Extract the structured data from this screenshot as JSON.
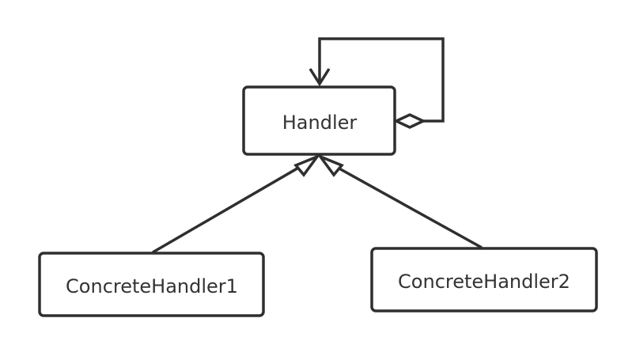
{
  "diagram": {
    "type": "uml-class-diagram",
    "nodes": {
      "handler": {
        "label": "Handler"
      },
      "concrete1": {
        "label": "ConcreteHandler1"
      },
      "concrete2": {
        "label": "ConcreteHandler2"
      }
    },
    "edges": [
      {
        "from": "concrete1",
        "to": "handler",
        "kind": "generalization"
      },
      {
        "from": "concrete2",
        "to": "handler",
        "kind": "generalization"
      },
      {
        "from": "handler",
        "to": "handler",
        "kind": "aggregation-self"
      }
    ],
    "colors": {
      "stroke": "#2f2f2f",
      "text": "#333333",
      "background": "#ffffff"
    }
  }
}
